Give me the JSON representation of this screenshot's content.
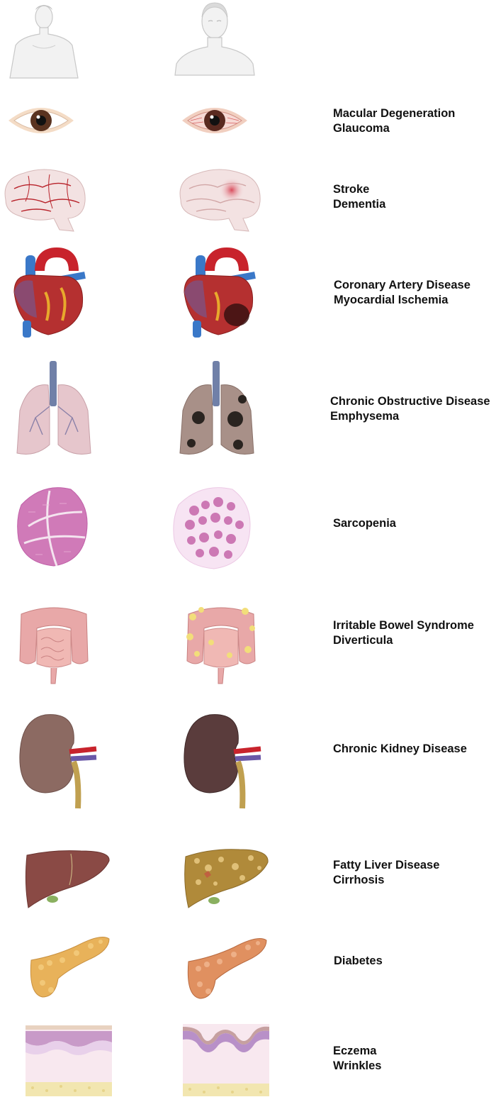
{
  "rows": [
    {
      "id": "body",
      "lines": []
    },
    {
      "id": "eye",
      "lines": [
        "Macular Degeneration",
        "Glaucoma"
      ]
    },
    {
      "id": "brain",
      "lines": [
        "Stroke",
        "Dementia"
      ]
    },
    {
      "id": "heart",
      "lines": [
        "Coronary Artery Disease",
        "Myocardial Ischemia"
      ]
    },
    {
      "id": "lungs",
      "lines": [
        "Chronic Obstructive Disease",
        "Emphysema"
      ]
    },
    {
      "id": "muscle",
      "lines": [
        "Sarcopenia"
      ]
    },
    {
      "id": "intestine",
      "lines": [
        "Irritable Bowel Syndrome",
        "Diverticula"
      ]
    },
    {
      "id": "kidney",
      "lines": [
        "Chronic Kidney Disease"
      ]
    },
    {
      "id": "liver",
      "lines": [
        "Fatty Liver Disease",
        "Cirrhosis"
      ]
    },
    {
      "id": "pancreas",
      "lines": [
        "Diabetes"
      ]
    },
    {
      "id": "skin",
      "lines": [
        "Eczema",
        "Wrinkles"
      ]
    }
  ],
  "colors": {
    "text": "#111111",
    "skin_outline": "#c8c8c8",
    "artery_red": "#c8232c",
    "vein_blue": "#3a78c8",
    "tissue_pink": "#d07ab8",
    "kidney_healthy": "#8c6a62",
    "kidney_diseased": "#5a3c3c",
    "liver_healthy": "#8a4a45",
    "liver_fatty": "#b08a3a",
    "pancreas_healthy": "#e8b25a",
    "pancreas_diseased": "#e09060"
  }
}
